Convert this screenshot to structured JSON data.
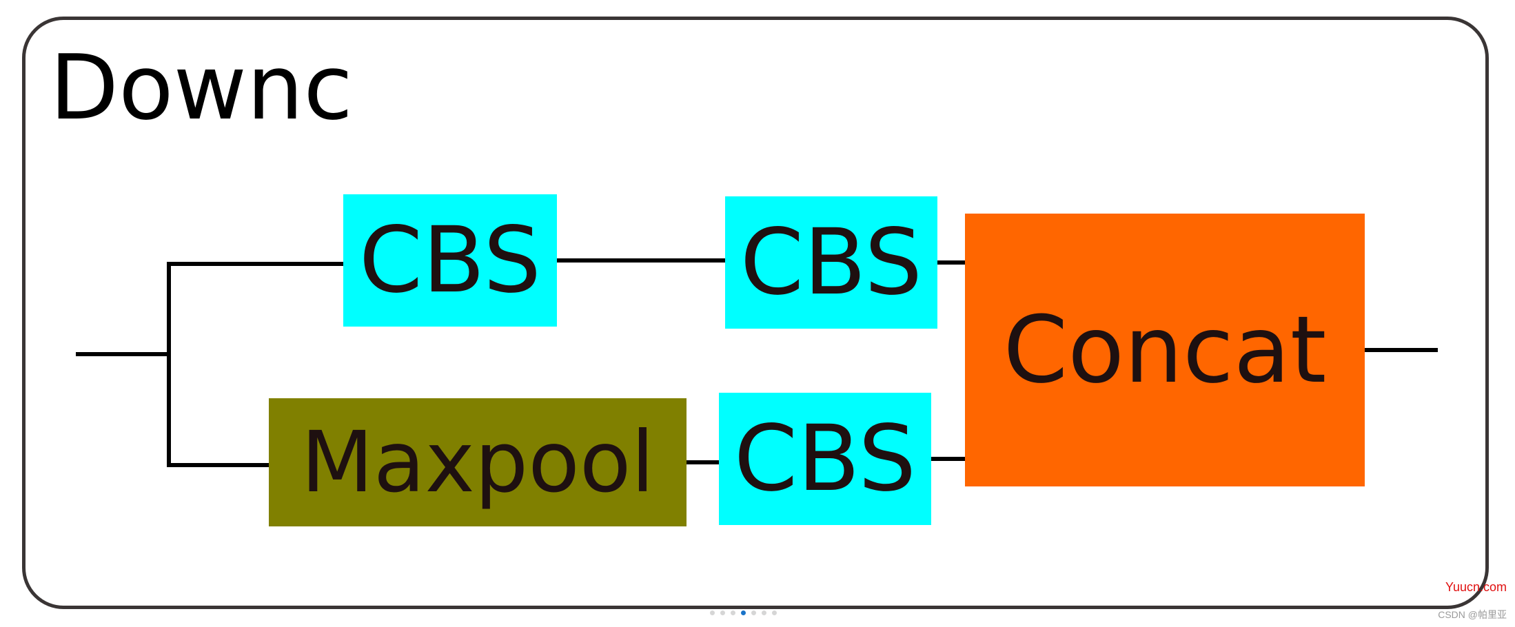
{
  "diagram": {
    "title": "Downc",
    "blocks": {
      "cbs_top": "CBS",
      "cbs_mid": "CBS",
      "cbs_bottom": "CBS",
      "maxpool": "Maxpool",
      "concat": "Concat"
    },
    "colors": {
      "cbs": "#00ffff",
      "maxpool": "#808000",
      "concat": "#ff6600",
      "frame": "#3a3535",
      "line": "#000000"
    }
  },
  "carousel": {
    "total": 7,
    "active_index": 3
  },
  "watermarks": {
    "site": "Yuucn.com",
    "author": "CSDN @帕里亚"
  }
}
